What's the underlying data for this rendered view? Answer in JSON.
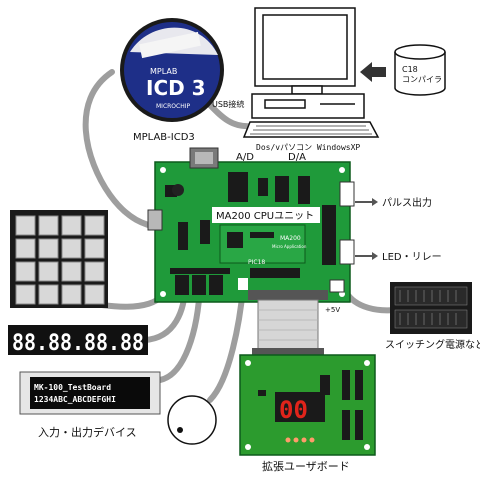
{
  "labels": {
    "icd_brand": "MPLAB",
    "icd_model": "ICD 3",
    "icd_maker": "MICROCHIP",
    "icd_caption": "MPLAB-ICD3",
    "usb": "USB接続",
    "pc_caption": "Dos/vパソコン WindowsXP",
    "c18_line1": "C18",
    "c18_line2": "コンパイラ",
    "ad": "A/D",
    "da": "D/A",
    "cpu_unit": "MA200 CPUユニット",
    "pulse_out": "パルス出力",
    "led_relay": "LED・リレー",
    "plus5v": "+5V",
    "switching_psu": "スイッチング電源など",
    "io_devices": "入力・出力デバイス",
    "ext_board": "拡張ユーザボード",
    "seg_display": "88.88.88.88",
    "lcd_line1": "MK-100_TestBoard",
    "lcd_line2": "1234ABC_ABCDEFGHI",
    "seg2_display": "00",
    "pic_chip": "PIC18",
    "ma200_chip": "MA200",
    "ma200_sub": "Micro Application"
  },
  "colors": {
    "pcb_green": "#1f9a3a",
    "ext_pcb_green": "#2c9b2e",
    "cable_gray": "#a9a9a9",
    "icd_blue": "#1e2f88",
    "seg_red": "#e0241b",
    "lcd_bg": "#0a0a0a"
  }
}
